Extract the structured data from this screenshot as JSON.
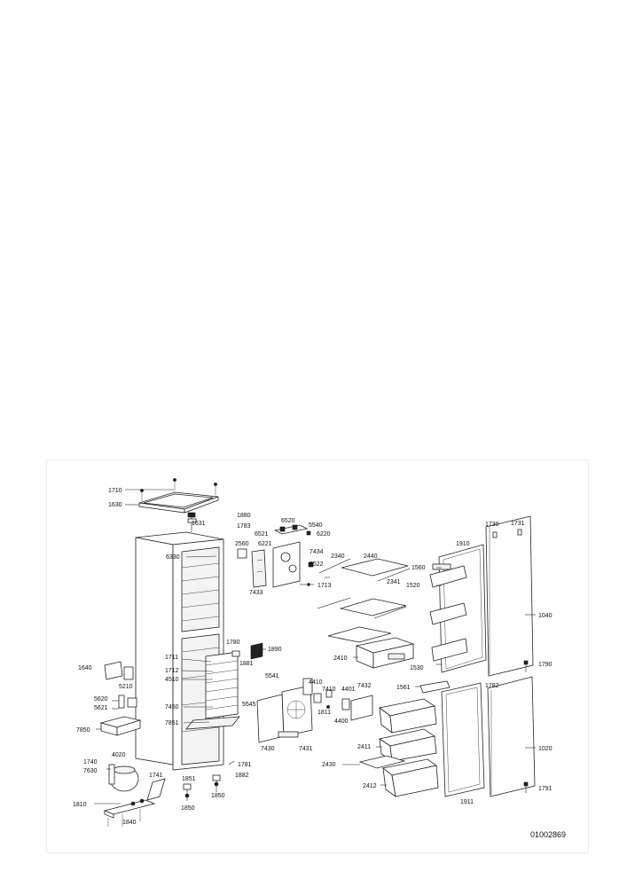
{
  "doc_number": "01002869",
  "parts": {
    "p1710": "1710",
    "p1630": "1630",
    "p1631": "1631",
    "p1880": "1880",
    "p1783": "1783",
    "p6520": "6520",
    "p5540": "5540",
    "p6220": "6220",
    "p6521": "6521",
    "p6221": "6221",
    "p2560": "2560",
    "p7434": "7434",
    "p6522": "6522",
    "p7433": "7433",
    "p1713": "1713",
    "p6330": "6330",
    "p2340": "2340",
    "p2440": "2440",
    "p2341": "2341",
    "p1730": "1730",
    "p1731": "1731",
    "p1910": "1910",
    "p1560": "1560",
    "p1520": "1520",
    "p1040": "1040",
    "p1780": "1780",
    "p1890": "1890",
    "p1711": "1711",
    "p1881": "1881",
    "p1712": "1712",
    "p4510": "4510",
    "p1640": "1640",
    "p5210": "5210",
    "p5541": "5541",
    "p2410": "2410",
    "p1530": "1530",
    "p1790": "1790",
    "p1782": "1782",
    "p4410": "4410",
    "p7410": "7410",
    "p4401": "4401",
    "p7432": "7432",
    "p1561": "1561",
    "p5620": "5620",
    "p5621": "5621",
    "p7450": "7450",
    "p5545": "5545",
    "p1811": "1811",
    "p4400": "4400",
    "p7850": "7850",
    "p7851": "7851",
    "p7430": "7430",
    "p7431": "7431",
    "p2411": "2411",
    "p1020": "1020",
    "p4020": "4020",
    "p1740": "1740",
    "p7630": "7630",
    "p1781": "1781",
    "p1882": "1882",
    "p2430": "2430",
    "p1741": "1741",
    "p1851": "1851",
    "p2412": "2412",
    "p1810": "1810",
    "p1850": "1850",
    "p1840": "1840",
    "p1911": "1911",
    "p1791": "1791"
  }
}
